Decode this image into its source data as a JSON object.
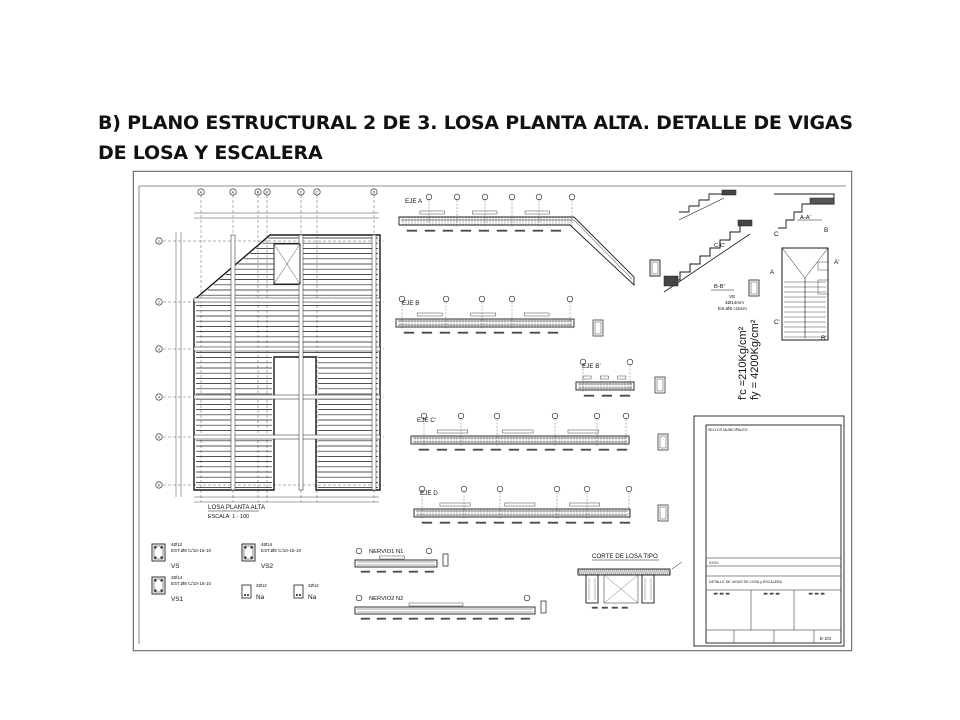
{
  "slide": {
    "title": "B) PLANO ESTRUCTURAL 2 DE 3. LOSA PLANTA ALTA. DETALLE DE VIGAS DE LOSA Y ESCALERA"
  },
  "plan": {
    "grid_letters": [
      "A",
      "A",
      "B",
      "B'",
      "C",
      "C'",
      "D"
    ],
    "grid_numbers": [
      "1",
      "2",
      "3",
      "4",
      "5",
      "6"
    ],
    "title": "LOSA PLANTA ALTA",
    "scale": "ESCALA:  1 - 100"
  },
  "beams": [
    {
      "label": "EJE A"
    },
    {
      "label": "EJE B"
    },
    {
      "label": "EJE B'"
    },
    {
      "label": "EJE C'"
    },
    {
      "label": "EJE D"
    }
  ],
  "sections": {
    "vs": {
      "label": "VS",
      "bars": "4Ø12",
      "stirrups": "EST.Ø8 C/10-15-10"
    },
    "vs1": {
      "label": "VS1",
      "bars": "2Ø14",
      "stirrups": "EST.Ø8 C/10-15-10"
    },
    "vs2": {
      "label": "VS2",
      "bars": "4Ø14",
      "stirrups": "EST.Ø8 C/10-15-10"
    },
    "na": {
      "label": "Na",
      "bars": "2Ø12"
    },
    "na2": {
      "label": "Na",
      "bars": "2Ø12"
    }
  },
  "nervios": [
    {
      "label": "NERVIO1  N1"
    },
    {
      "label": "NERVIO2  N2"
    }
  ],
  "corte": {
    "title": "CORTE DE LOSA TIPO"
  },
  "stair": {
    "cut_aa": "A-A'",
    "cut_bb": "B-B'",
    "cut_cc": "C-C'",
    "labels": [
      "A",
      "A'",
      "B",
      "B'",
      "C",
      "C'"
    ],
    "ve": {
      "label": "VE",
      "bars": "4Ø14mm",
      "stirrups": "Est.Ø8 c15cm"
    }
  },
  "materials": {
    "fc": "f'c =210Kg/cm²",
    "fy": "fy = 4200Kg/cm²"
  },
  "title_block": {
    "header": "SELLOS MUNICIPALES:",
    "name": "XXXX",
    "content": "DETALLE DE VIGAS DE LOSA y ESCALERA",
    "sheet": "E-2/3"
  },
  "colors": {
    "ink": "#1a1a1a",
    "hatch": "#3a3a3a"
  }
}
